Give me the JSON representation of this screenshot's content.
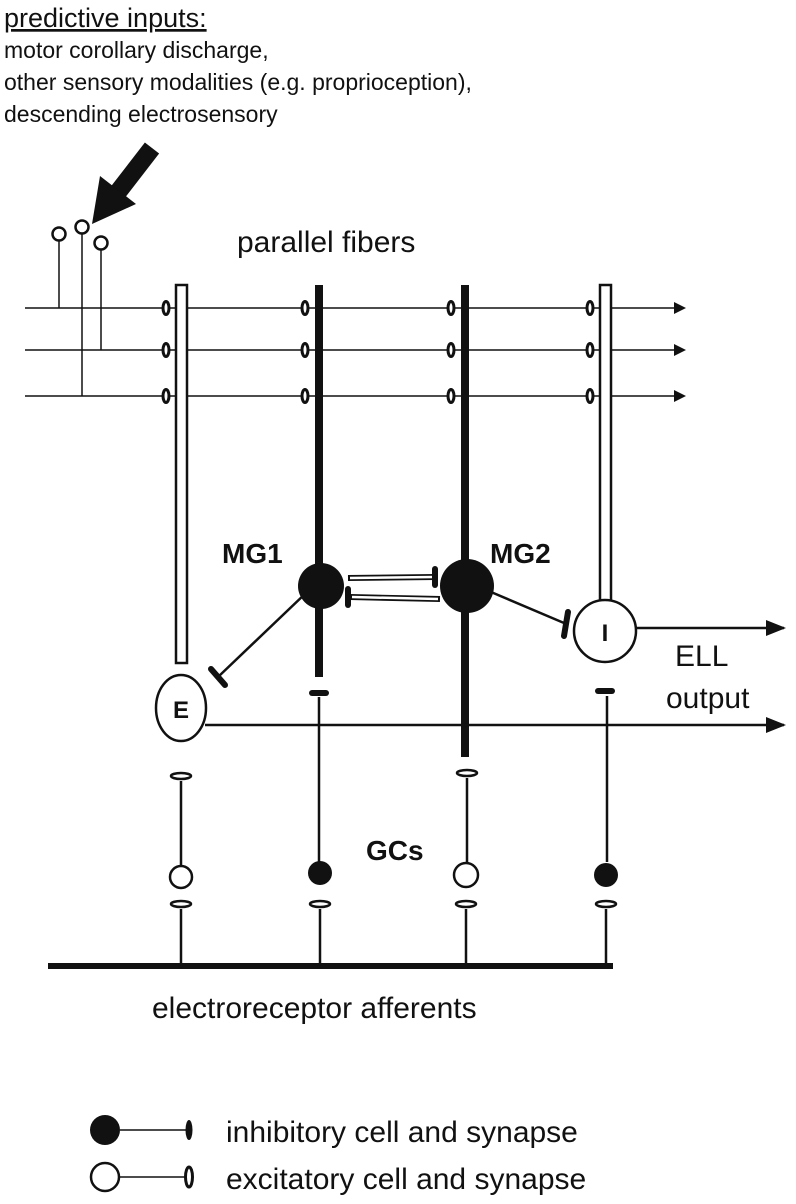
{
  "predictive": {
    "heading": "predictive inputs:",
    "lines": [
      "motor corollary discharge,",
      "other sensory modalities (e.g. proprioception),",
      "descending electrosensory"
    ]
  },
  "labels": {
    "parallel_fibers": "parallel fibers",
    "mg1": "MG1",
    "mg2": "MG2",
    "e_cell": "E",
    "i_cell": "I",
    "ell": "ELL",
    "output": "output",
    "gcs": "GCs",
    "afferents": "electroreceptor afferents"
  },
  "legend": {
    "inhibitory": "inhibitory cell and synapse",
    "excitatory": "excitatory cell and synapse"
  },
  "colors": {
    "ink": "#111111",
    "paper": "#ffffff"
  }
}
